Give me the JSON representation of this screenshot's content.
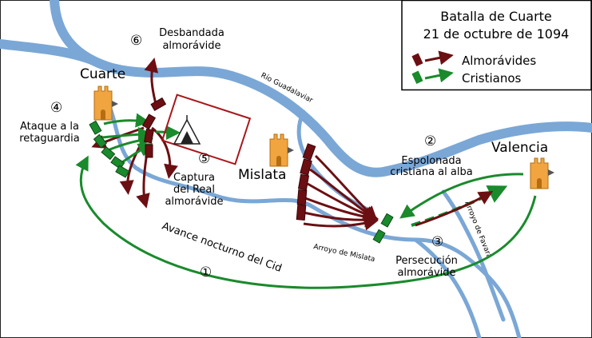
{
  "title": "Batalla de Cuarte",
  "date": "21 de octubre de 1094",
  "legend": [
    {
      "label": "Almorávides",
      "color": "#6b0f13"
    },
    {
      "label": "Cristianos",
      "color": "#1a8a2c"
    }
  ],
  "colors": {
    "river": "#7aa7d6",
    "almoravid": "#6b0f13",
    "christian": "#1a8a2c",
    "town": "#f0a540",
    "camp_outline": "#a8171c"
  },
  "places": {
    "cuarte": "Cuarte",
    "mislata": "Mislata",
    "valencia": "Valencia"
  },
  "waterways": {
    "river": "Río Guadalaviar",
    "mislata_stream": "Arroyo de Mislata",
    "favara_stream": "Arroyo de Favara"
  },
  "events": [
    {
      "number": "①",
      "label": "Avance nocturno del Cid"
    },
    {
      "number": "②",
      "label_line1": "Espolonada",
      "label_line2": "cristiana al alba"
    },
    {
      "number": "③",
      "label_line1": "Persecución",
      "label_line2": "almorávide"
    },
    {
      "number": "④",
      "label_line1": "Ataque a la",
      "label_line2": "retaguardia"
    },
    {
      "number": "⑤",
      "label_line1": "Captura",
      "label_line2": "del Real",
      "label_line3": "almorávide"
    },
    {
      "number": "⑥",
      "label_line1": "Desbandada",
      "label_line2": "almorávide"
    }
  ],
  "icons": [
    "castle-icon",
    "castle-icon",
    "castle-icon",
    "tent-icon"
  ]
}
